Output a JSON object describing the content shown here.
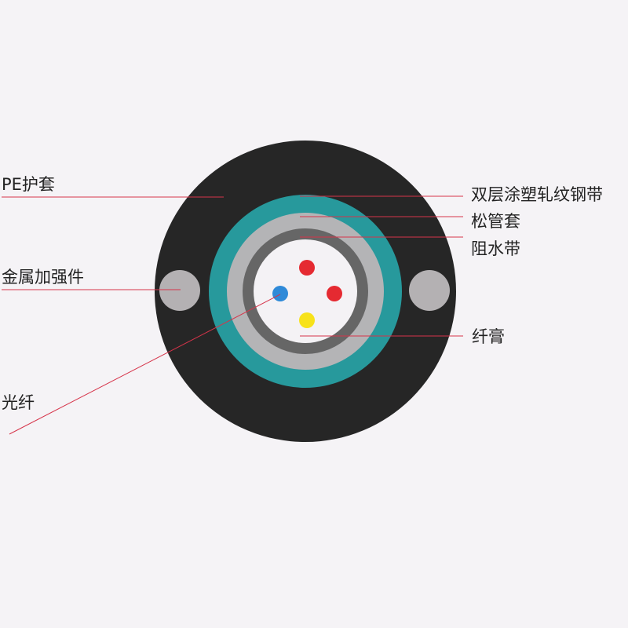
{
  "labels": {
    "pe_sheath": "PE护套",
    "armor_tape": "双层涂塑轧纹钢带",
    "loose_tube": "松管套",
    "water_block_tape": "阻水带",
    "metal_strength_member": "金属加强件",
    "fiber_gel": "纤膏",
    "optical_fiber": "光纤"
  },
  "colors": {
    "background": "#f5f3f6",
    "pe_sheath": "#262626",
    "armor_tape": "#27999c",
    "loose_tube": "#b4b4b6",
    "water_block_tape": "#666666",
    "fiber_gel": "#f4f2f5",
    "strength_member": "#b4b1b3",
    "leader_line": "#d6344a",
    "fiber_red": "#e52a31",
    "fiber_blue": "#2f8ad8",
    "fiber_yellow": "#f7e21a"
  }
}
